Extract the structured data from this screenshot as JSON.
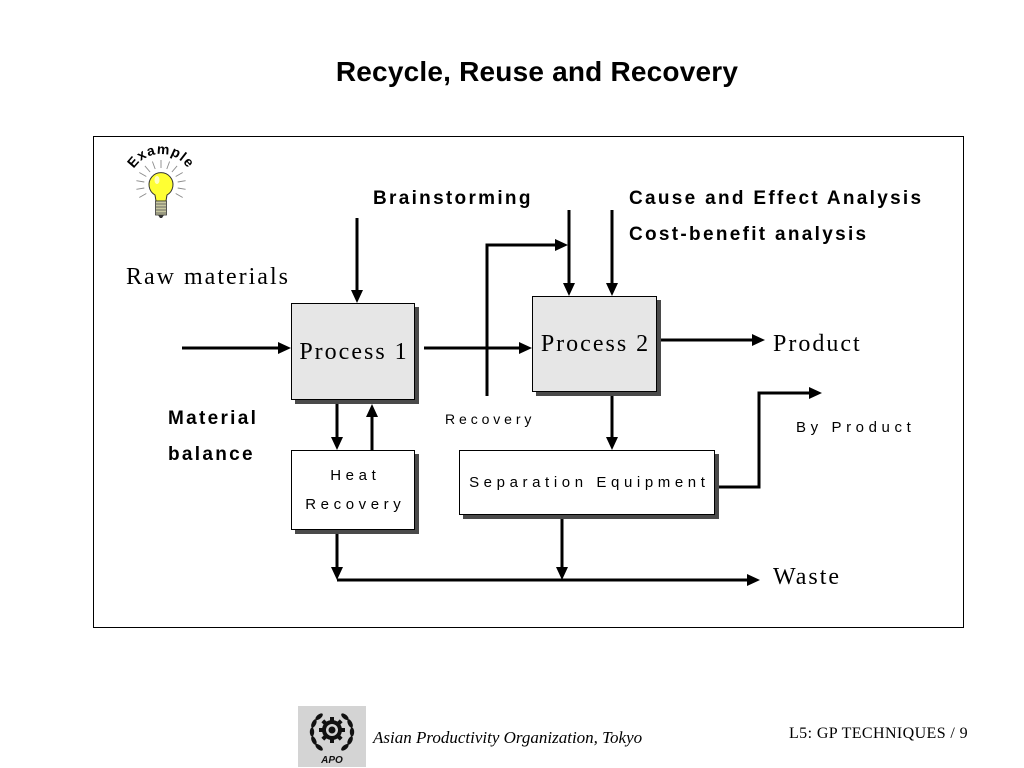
{
  "slide": {
    "title": "Recycle, Reuse and Recovery"
  },
  "badge": {
    "text": "Example",
    "icon": "lightbulb-icon"
  },
  "diagram": {
    "inputs": {
      "brainstorming": "Brainstorming",
      "cause_effect": "Cause and Effect Analysis",
      "cost_benefit": "Cost-benefit analysis",
      "raw_materials": "Raw materials"
    },
    "annotations": {
      "material_balance": [
        "Material",
        "balance"
      ],
      "recovery": "Recovery"
    },
    "nodes": {
      "process_1": "Process 1",
      "process_2": "Process 2",
      "heat_recovery": [
        "Heat",
        "Recovery"
      ],
      "separation_equipment": "Separation Equipment"
    },
    "outputs": {
      "product": "Product",
      "by_product": "By Product",
      "waste": "Waste"
    }
  },
  "footer": {
    "logo": {
      "icon": "apo-logo-icon",
      "text": "APO"
    },
    "organization": "Asian Productivity Organization, Tokyo",
    "page_label": "L5: GP TECHNIQUES / 9"
  },
  "colors": {
    "background": "#ffffff",
    "process_fill": "#e6e6e6",
    "box_shadow": "#4a4a4a",
    "bulb": "#ffff33",
    "logo_background": "#d4d4d4"
  }
}
